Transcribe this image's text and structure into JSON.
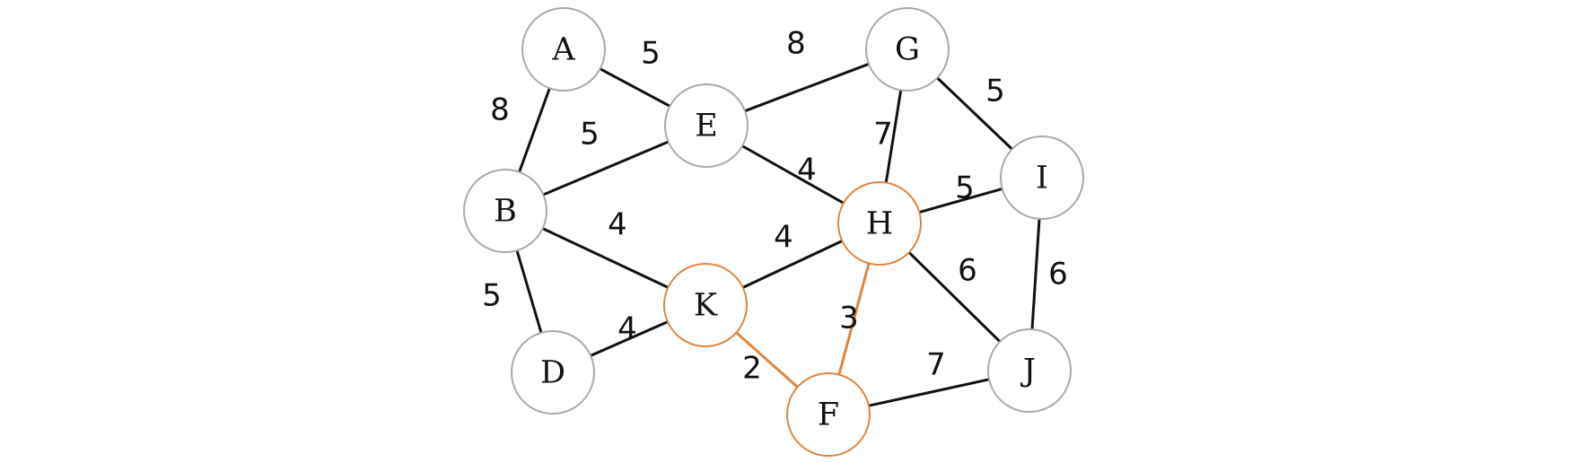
{
  "colors": {
    "edge_default": "#111111",
    "edge_highlight": "#e0843c",
    "node_default": "#aaaaaa",
    "node_highlight": "#e0843c",
    "text": "#111111"
  },
  "nodes": [
    {
      "id": "A",
      "label": "A",
      "highlight": false
    },
    {
      "id": "B",
      "label": "B",
      "highlight": false
    },
    {
      "id": "D",
      "label": "D",
      "highlight": false
    },
    {
      "id": "E",
      "label": "E",
      "highlight": false
    },
    {
      "id": "G",
      "label": "G",
      "highlight": false
    },
    {
      "id": "H",
      "label": "H",
      "highlight": true
    },
    {
      "id": "I",
      "label": "I",
      "highlight": false
    },
    {
      "id": "J",
      "label": "J",
      "highlight": false
    },
    {
      "id": "K",
      "label": "K",
      "highlight": true
    },
    {
      "id": "F",
      "label": "F",
      "highlight": true
    }
  ],
  "edges": [
    {
      "from": "A",
      "to": "E",
      "weight": "5",
      "highlight": false
    },
    {
      "from": "A",
      "to": "B",
      "weight": "8",
      "highlight": false
    },
    {
      "from": "E",
      "to": "G",
      "weight": "8",
      "highlight": false
    },
    {
      "from": "B",
      "to": "E",
      "weight": "5",
      "highlight": false
    },
    {
      "from": "E",
      "to": "H",
      "weight": "4",
      "highlight": false
    },
    {
      "from": "G",
      "to": "H",
      "weight": "7",
      "highlight": false
    },
    {
      "from": "G",
      "to": "I",
      "weight": "5",
      "highlight": false
    },
    {
      "from": "H",
      "to": "I",
      "weight": "5",
      "highlight": false
    },
    {
      "from": "B",
      "to": "K",
      "weight": "4",
      "highlight": false
    },
    {
      "from": "K",
      "to": "H",
      "weight": "4",
      "highlight": false
    },
    {
      "from": "B",
      "to": "D",
      "weight": "5",
      "highlight": false
    },
    {
      "from": "D",
      "to": "K",
      "weight": "4",
      "highlight": false
    },
    {
      "from": "K",
      "to": "F",
      "weight": "2",
      "highlight": true
    },
    {
      "from": "H",
      "to": "F",
      "weight": "3",
      "highlight": true
    },
    {
      "from": "H",
      "to": "J",
      "weight": "6",
      "highlight": false
    },
    {
      "from": "I",
      "to": "J",
      "weight": "6",
      "highlight": false
    },
    {
      "from": "F",
      "to": "J",
      "weight": "7",
      "highlight": false
    }
  ]
}
